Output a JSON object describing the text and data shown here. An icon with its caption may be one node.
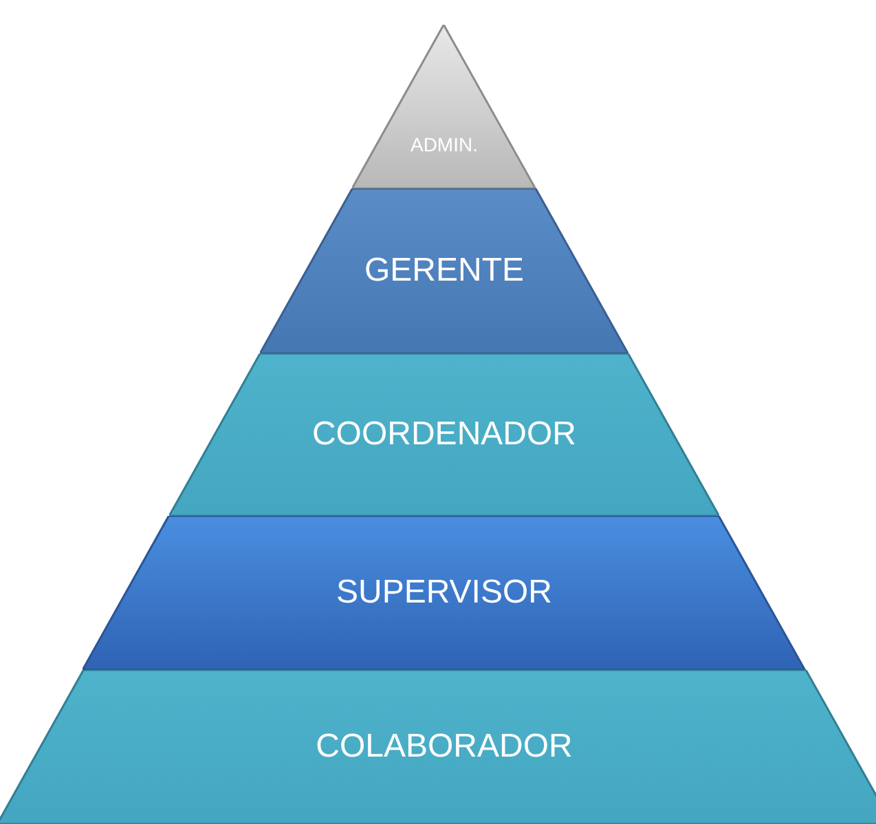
{
  "diagram": {
    "nodes": [
      {
        "text": [
          "ADMIN."
        ]
      },
      {
        "text": [
          "GERENTE"
        ]
      },
      {
        "text": [
          "COORDENADOR"
        ]
      },
      {
        "text": [
          "SUPERVISOR"
        ]
      },
      {
        "text": [
          "COLABORADOR"
        ]
      }
    ]
  }
}
